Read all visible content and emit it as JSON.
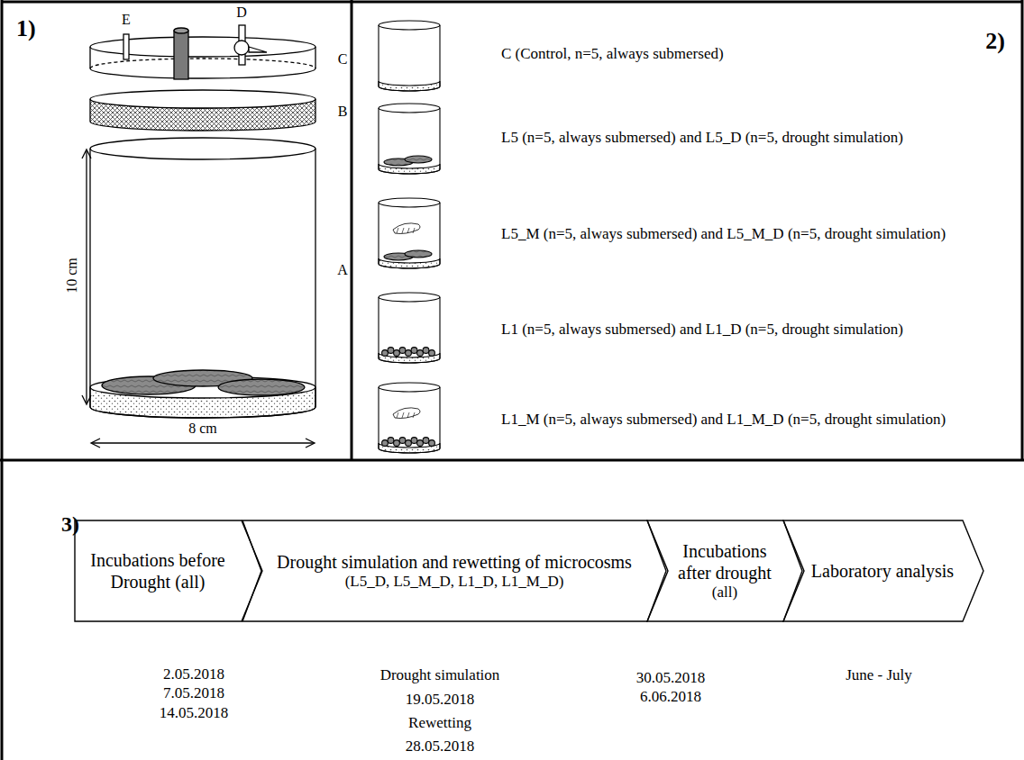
{
  "diagram": {
    "nodes": [
      {
        "text": [
          "Incubations before Drought (all)"
        ]
      },
      {
        "text": [
          "Drought simulation and rewetting of microcosms",
          "(L5_D, L5_M_D, L1_D, L1_M_D)"
        ]
      },
      {
        "text": [
          "Incubations after drought",
          "(all)"
        ]
      },
      {
        "text": [
          "Laboratory analysis"
        ]
      }
    ],
    "labels": [
      "1)",
      "E",
      "D",
      "C",
      "B",
      "A",
      "10 cm",
      "8 cm",
      "2)",
      "C (Control, n=5, always submersed)",
      "L5 (n=5, always submersed) and L5_D (n=5, drought simulation)",
      "L5_M (n=5, always submersed) and L5_M_D (n=5, drought simulation)",
      "L1 (n=5, always submersed) and L1_D (n=5, drought simulation)",
      "L1_M (n=5, always submersed) and L1_M_D (n=5, drought simulation)",
      "3)",
      "2.05.2018 7.05.2018 14.05.2018",
      "Drought simulation",
      "19.05.2018",
      "Rewetting",
      "28.05.2018",
      "30.05.2018 6.06.2018",
      "June - July"
    ]
  }
}
